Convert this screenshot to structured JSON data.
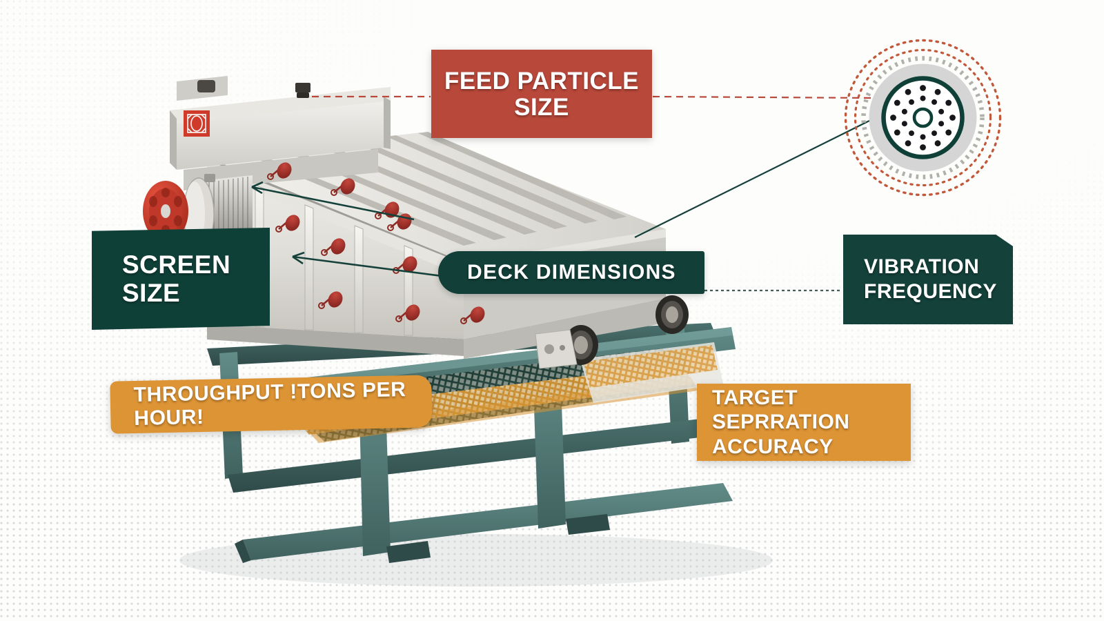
{
  "page": {
    "title": "Vibrating Screen Key Parameters Infographic",
    "background_color": "#fdfdfc"
  },
  "palette": {
    "red": "#b8483a",
    "dark_green": "#0f4038",
    "deck_green": "#123f38",
    "orange": "#dd9435",
    "frame_teal": "#4f7a77",
    "body_gray": "#d9d9d4",
    "accent_red_bolt": "#9e2a25",
    "mesh_orange": "#e8a93b"
  },
  "labels": {
    "feed_particle_size": {
      "line1": "FEED PARTICLE",
      "line2": "SIZE",
      "color": "#b8483a",
      "shape": "rectangle"
    },
    "screen_size": {
      "line1": "SCREEN",
      "line2": "SIZE",
      "color": "#0f4038",
      "shape": "skewed-rectangle"
    },
    "deck_dimensions": {
      "text": "DECK DIMENSIONS",
      "color": "#123f38",
      "shape": "pill-left-rounded"
    },
    "vibration_frequency": {
      "line1": "VIBRATION",
      "line2": "FREQUENCY",
      "color": "#14413a",
      "shape": "cut-corner-rectangle"
    },
    "throughput": {
      "text": "THROUGHPUT !TONS PER HOUR!",
      "color": "#dd9435",
      "shape": "rounded-rectangle"
    },
    "target_separation_accuracy": {
      "line1": "TARGET SEPRRATION",
      "line2": "ACCURACY",
      "color": "#dd9435",
      "shape": "rectangle"
    }
  },
  "connectors": [
    {
      "name": "feed-to-machine",
      "style": "dashed",
      "color": "#b8483a",
      "from": "feed-particle-size-label",
      "to": "machine-top-sensor"
    },
    {
      "name": "feed-to-disc",
      "style": "dashed",
      "color": "#b8483a",
      "from": "feed-particle-size-label",
      "to": "screen-disc-icon"
    },
    {
      "name": "deck-to-disc",
      "style": "solid",
      "color": "#14413a",
      "from": "machine-deck-corner",
      "to": "screen-disc-icon"
    },
    {
      "name": "deck-to-vibration",
      "style": "dashed",
      "color": "#2f5a52",
      "from": "deck-dimensions-label",
      "to": "vibration-frequency-label"
    }
  ],
  "icons": {
    "screen_disc": {
      "name": "perforated-screen-disc",
      "ring_color": "#0f4038",
      "outer_disc_color": "#d5d5d5",
      "hole_count_outer": 12,
      "hole_count_inner": 10,
      "dotted_rings": [
        "#c2583a",
        "#b9b9b4",
        "#c2583a"
      ]
    },
    "machine_logo": {
      "name": "manufacturer-logo-plate",
      "color": "#cf3a2a"
    }
  },
  "machine": {
    "name": "inclined-vibrating-screen",
    "flow_arrows": 2,
    "flow_arrow_color": "#14413a",
    "side_bolt_count": 11,
    "bearing_housings": 2,
    "mesh_decks": 2
  }
}
